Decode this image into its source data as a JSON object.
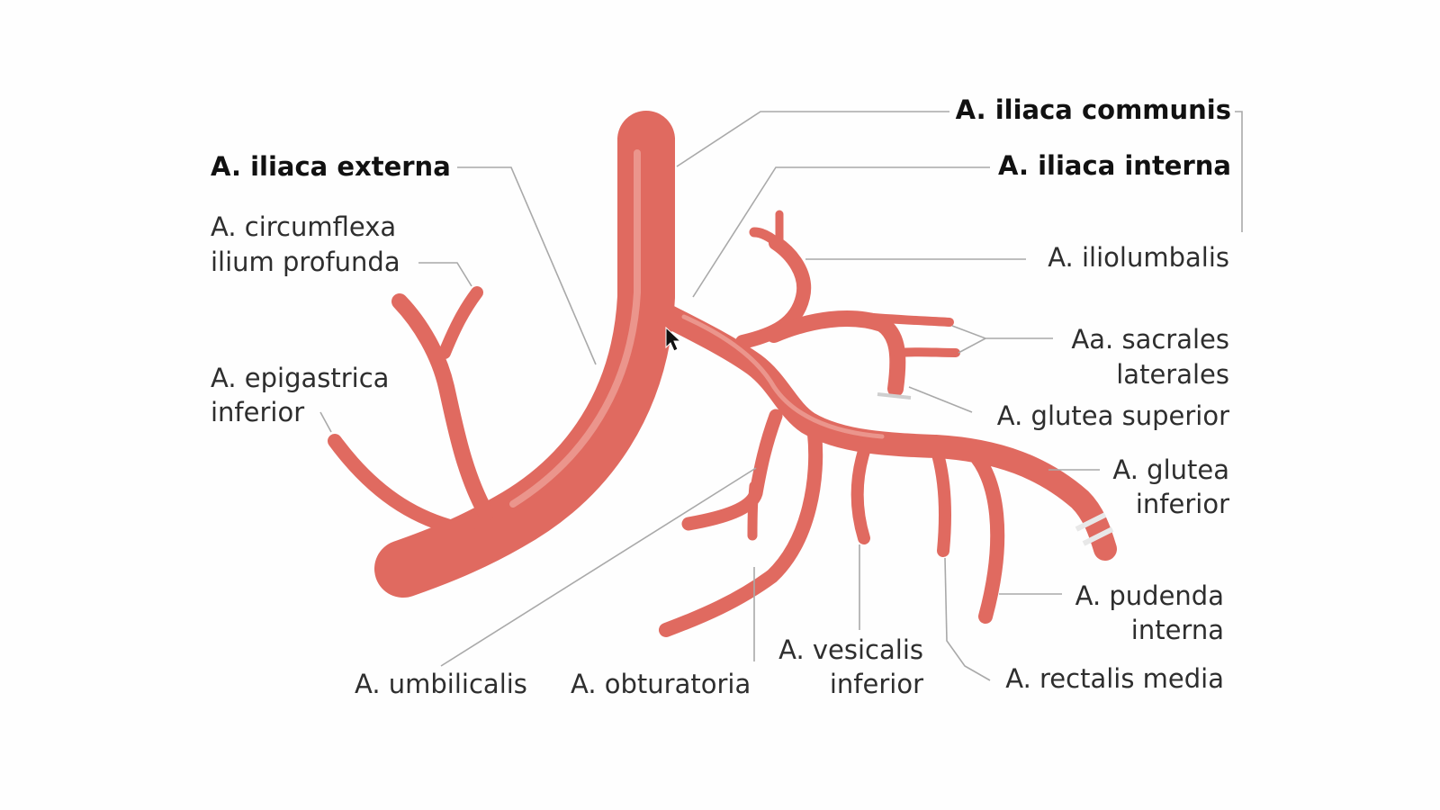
{
  "colors": {
    "artery": "#e06a60",
    "artery_edge": "#c24d44",
    "leader": "#a9a9a9",
    "text": "#2e2e2e"
  },
  "labels": {
    "communis": "A. iliaca communis",
    "interna": "A. iliaca interna",
    "externa": "A. iliaca externa",
    "circumflexa_1": "A. circumflexa",
    "circumflexa_2": "ilium profunda",
    "epigastrica_1": "A. epigastrica",
    "epigastrica_2": "inferior",
    "iliolumbalis": "A. iliolumbalis",
    "sacrales_1": "Aa. sacrales",
    "sacrales_2": "laterales",
    "glutea_superior": "A. glutea superior",
    "glutea_inferior_1": "A. glutea",
    "glutea_inferior_2": "inferior",
    "pudenda_1": "A. pudenda",
    "pudenda_2": "interna",
    "umbilicalis": "A. umbilicalis",
    "obturatoria": "A. obturatoria",
    "vesicalis_1": "A. vesicalis",
    "vesicalis_2": "inferior",
    "rectalis": "A. rectalis media"
  }
}
